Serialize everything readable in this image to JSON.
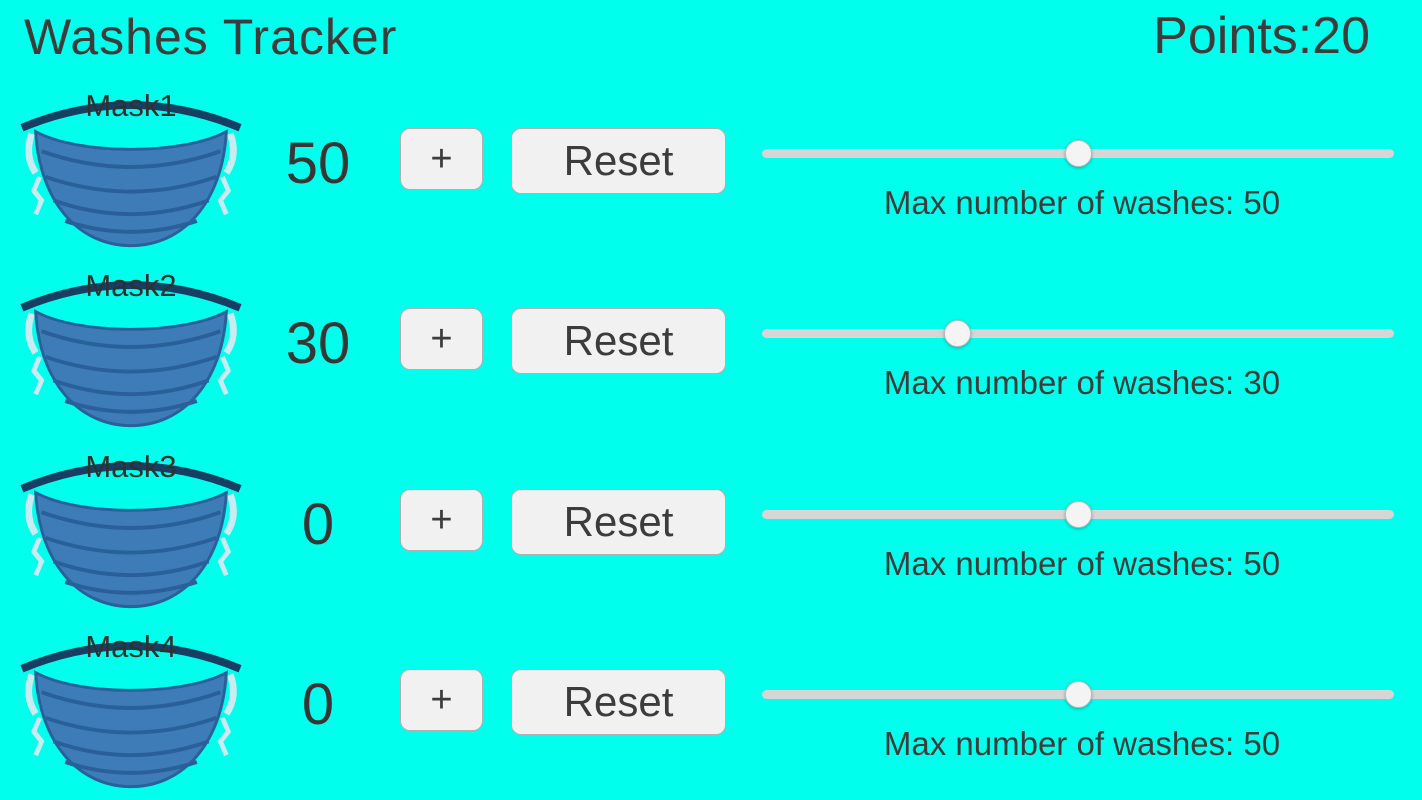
{
  "header": {
    "title": "Washes Tracker",
    "points_label": "Points:",
    "points_value": "20"
  },
  "masks": [
    {
      "name": "Mask1",
      "count": "50",
      "plus_label": "+",
      "reset_label": "Reset",
      "slider_value": "50",
      "max_washes_label": "Max number of washes: 50"
    },
    {
      "name": "Mask2",
      "count": "30",
      "plus_label": "+",
      "reset_label": "Reset",
      "slider_value": "30",
      "max_washes_label": "Max number of washes: 30"
    },
    {
      "name": "Mask3",
      "count": "0",
      "plus_label": "+",
      "reset_label": "Reset",
      "slider_value": "50",
      "max_washes_label": "Max number of washes: 50"
    },
    {
      "name": "Mask4",
      "count": "0",
      "plus_label": "+",
      "reset_label": "Reset",
      "slider_value": "50",
      "max_washes_label": "Max number of washes: 50"
    }
  ],
  "icons": {
    "mask_icon": "surgical-mask-icon"
  },
  "colors": {
    "background": "#00ffec",
    "mask_body": "#3e7cb7",
    "mask_lines": "#2a6099",
    "mask_top_arc": "#173f63",
    "mask_straps": "#c8ecf1",
    "button_background": "#f1f1f1",
    "slider_track": "#d6d6d6",
    "text": "#3c3c3c"
  }
}
